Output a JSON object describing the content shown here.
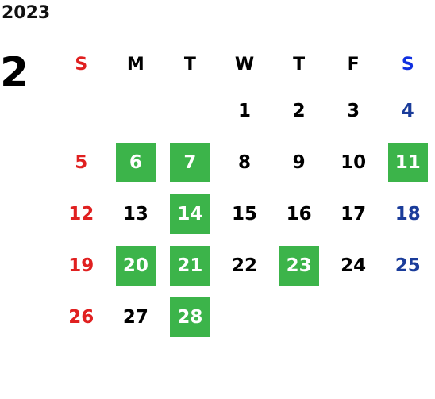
{
  "header": {
    "year": "2023",
    "month": "2"
  },
  "calendar": {
    "weekdays": [
      "S",
      "M",
      "T",
      "W",
      "T",
      "F",
      "S"
    ],
    "weeks": [
      [
        "",
        "",
        "",
        "1",
        "2",
        "3",
        "4"
      ],
      [
        "5",
        "6",
        "7",
        "8",
        "9",
        "10",
        "11"
      ],
      [
        "12",
        "13",
        "14",
        "15",
        "16",
        "17",
        "18"
      ],
      [
        "19",
        "20",
        "21",
        "22",
        "23",
        "24",
        "25"
      ],
      [
        "26",
        "27",
        "28",
        "",
        "",
        "",
        ""
      ]
    ],
    "highlighted_days": [
      "6",
      "7",
      "11",
      "14",
      "20",
      "21",
      "23",
      "28"
    ],
    "colors": {
      "sunday": "#e02020",
      "saturday": "#1a3c9a",
      "saturday_header": "#1030e0",
      "highlight": "#3cb44a",
      "highlight_text": "#ffffff",
      "default_text": "#000000"
    }
  }
}
